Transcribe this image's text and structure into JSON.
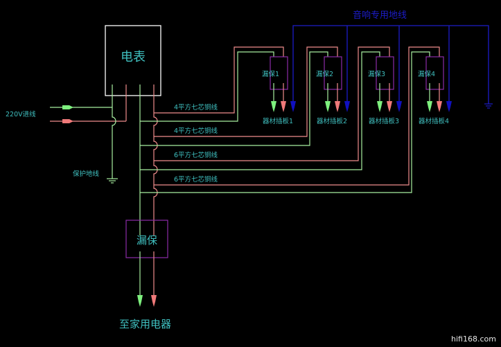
{
  "colors": {
    "background": "#000000",
    "live_wire": "#f08c8c",
    "neutral_wire": "#a8f0a0",
    "audio_ground": "#1c1cc8",
    "label_text": "#3fbfbf",
    "meter_box": "#ffffff",
    "breaker_box": "#8c2ca8"
  },
  "meter": {
    "label": "电表"
  },
  "input": {
    "label": "220V进线"
  },
  "protective_ground": {
    "label": "保护地线"
  },
  "audio_ground": {
    "label": "音响专用地线"
  },
  "main_breaker": {
    "label": "漏保"
  },
  "household": {
    "label": "至家用电器"
  },
  "branches": [
    {
      "cable_label": "4平方七芯铜线",
      "breaker_label": "漏保1",
      "outlet_label": "器材插板1"
    },
    {
      "cable_label": "4平方七芯铜线",
      "breaker_label": "漏保2",
      "outlet_label": "器材插板2"
    },
    {
      "cable_label": "6平方七芯铜线",
      "breaker_label": "漏保3",
      "outlet_label": "器材插板3"
    },
    {
      "cable_label": "6平方七芯铜线",
      "breaker_label": "漏保4",
      "outlet_label": "器材插板4"
    }
  ],
  "watermark": "hifi168.com"
}
